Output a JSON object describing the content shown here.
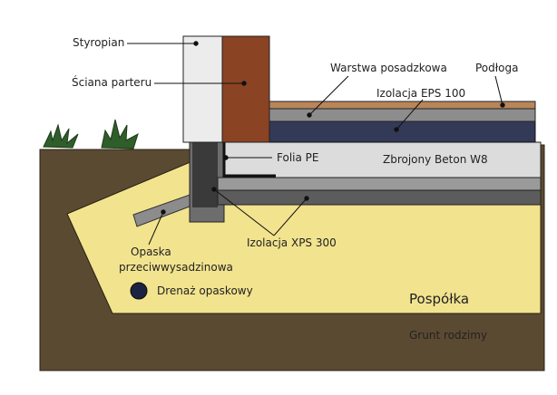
{
  "labels": {
    "styropian": "Styropian",
    "sciana": "Ściana parteru",
    "warstwa": "Warstwa posadzkowa",
    "podloga": "Podłoga",
    "eps": "Izolacja EPS 100",
    "folia": "Folia PE",
    "beton": "Zbrojony Beton W8",
    "xps": "Izolacja XPS 300",
    "opaska_1": "Opaska",
    "opaska_2": "przeciwwysadzinowa",
    "drenaz": "Drenaż opaskowy",
    "pospolka": "Pospółka",
    "grunt": "Grunt rodzimy"
  },
  "colors": {
    "grunt": "#5b4a32",
    "pospolka": "#f2e38e",
    "wall": "#8a4323",
    "styropian": "#ececec",
    "concrete": "#dcdcdc",
    "xps": "#9a9a9a",
    "eps": "#333a58",
    "floor": "#b9865a",
    "leader": "#111111"
  }
}
